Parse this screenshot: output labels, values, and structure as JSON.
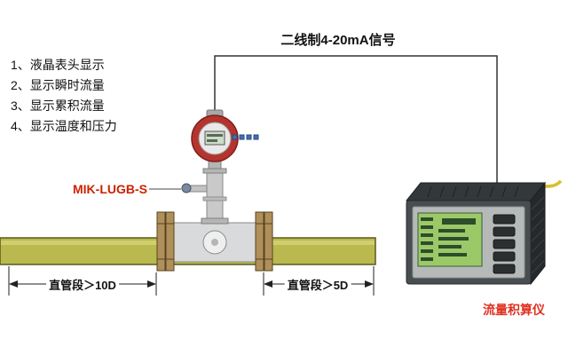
{
  "features": [
    "1、液晶表头显示",
    "2、显示瞬时流量",
    "3、显示累积流量",
    "4、显示温度和压力"
  ],
  "labels": {
    "signal": "二线制4-20mA信号",
    "model": "MIK-LUGB-S",
    "dim_left": "直管段＞10D",
    "dim_right": "直管段＞5D",
    "totalizer": "流量积算仪"
  },
  "colors": {
    "pipe": "#b9b94f",
    "flange": "#b0905a",
    "meter_head_ring": "#b5342e",
    "lcd_green": "#9cc968",
    "model_label_red": "#cc2200",
    "totalizer_label_red": "#e03020",
    "wire_line": "#333333"
  }
}
